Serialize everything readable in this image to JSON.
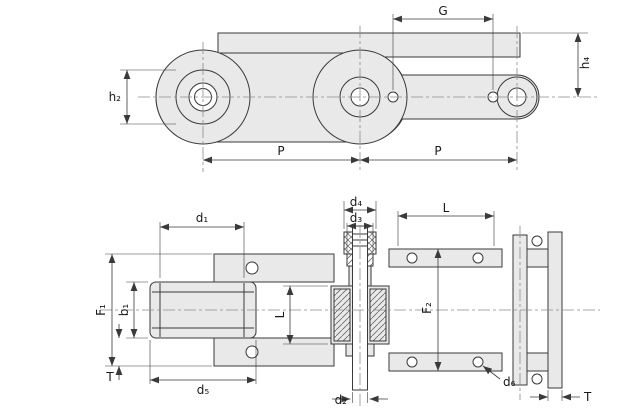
{
  "drawing": {
    "side_view": {
      "dimensions": {
        "g": "G",
        "h4": "h₄",
        "h2": "h₂",
        "p_left": "P",
        "p_right": "P"
      }
    },
    "section_view": {
      "dimensions": {
        "d1": "d₁",
        "d4": "d₄",
        "d3": "d₃",
        "l_top": "L",
        "f1": "F₁",
        "b1": "b₁",
        "l_mid": "L",
        "f2": "F₂",
        "d5": "d₅",
        "d2": "d₂",
        "d6": "d₆",
        "t_left": "T",
        "t_right": "T"
      }
    },
    "colors": {
      "line": "#3a3a3a",
      "part_fill": "#e9e9e9",
      "background": "#ffffff"
    }
  }
}
